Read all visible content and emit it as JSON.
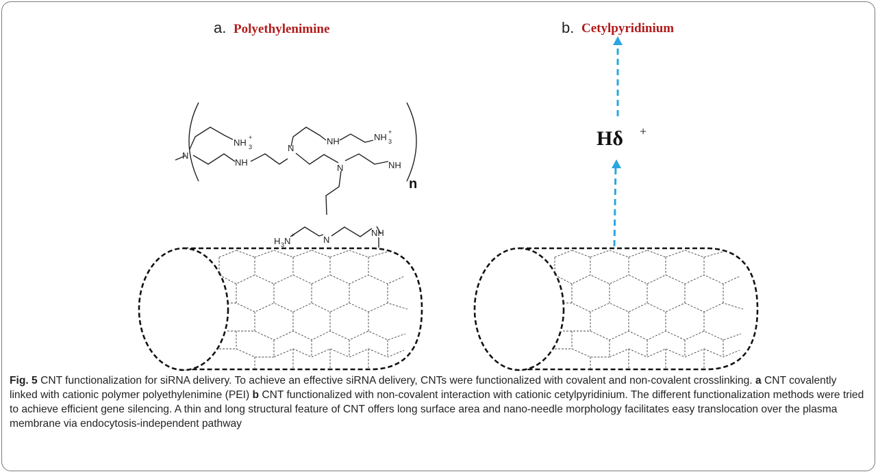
{
  "panels": [
    {
      "letter": "a.",
      "name": "Polyethylenimine"
    },
    {
      "letter": "b.",
      "name": "Cetylpyridinium"
    }
  ],
  "structure_labels": {
    "nh3_plus": "NH",
    "nh": "NH",
    "n": "N",
    "h3n": "H",
    "repeat": "n",
    "hdelta": "Hδ"
  },
  "caption": {
    "fig": "Fig. 5",
    "title": "CNT functionalization for siRNA delivery. To achieve an effective siRNA delivery, CNTs were functionalized with covalent and non-covalent crosslinking.",
    "a_label": "a",
    "a_text": "CNT covalently linked with cationic polymer polyethylenimine (PEI)",
    "b_label": "b",
    "b_text": "CNT functionalized with non-covalent interaction with cationic cetylpyridinium. The different functionalization methods were tried to achieve efficient gene silencing. A thin and long structural feature of CNT offers long surface area and nano-needle morphology facilitates easy translocation over the plasma membrane via endocytosis-independent pathway"
  },
  "colors": {
    "panel_name": "#b11b1b",
    "arrow": "#2aa7e0"
  }
}
